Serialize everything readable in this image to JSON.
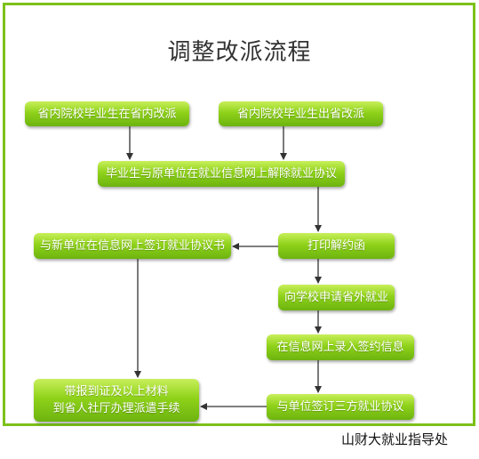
{
  "title": "调整改派流程",
  "boxes": {
    "b1": "省内院校毕业生在省内改派",
    "b2": "省内院校毕业生出省改派",
    "b3": "毕业生与原单位在就业信息网上解除就业协议",
    "b4": "打印解约函",
    "b5": "与新单位在信息网上签订就业协议书",
    "b6": "向学校申请省外就业",
    "b7": "在信息网上录入签约信息",
    "b8": "与单位签订三方就业协议",
    "b9_line1": "带报到证及以上材料",
    "b9_line2": "到省人社厅办理派遣手续"
  },
  "watermark": "山财大就业指导处",
  "colors": {
    "frame": "#7cc11a",
    "box_top": "#c8ef5a",
    "box_bottom": "#6cb30f",
    "arrow": "#333333"
  }
}
